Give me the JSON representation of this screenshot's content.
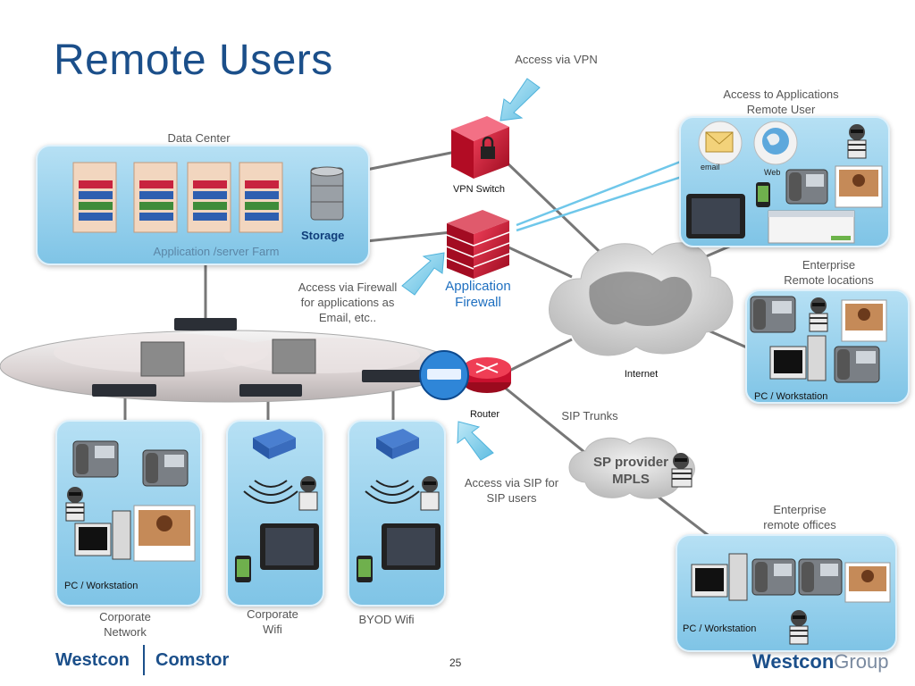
{
  "title": "Remote Users",
  "labels": {
    "access_vpn": "Access via VPN",
    "access_apps": "Access to Applications\nRemote User",
    "data_center": "Data Center",
    "storage": "Storage",
    "app_server_farm": "Application /server Farm",
    "vpn_switch": "VPN Switch",
    "application_firewall": "Application\nFirewall",
    "access_firewall": "Access via Firewall\nfor applications as\nEmail, etc..",
    "enterprise_remote_locations": "Enterprise\nRemote locations",
    "internet": "Internet",
    "pc_workstation": "PC / Workstation",
    "router": "Router",
    "sip_trunks": "SIP Trunks",
    "sp_provider": "SP provider\nMPLS",
    "access_sip": "Access via SIP for\nSIP users",
    "enterprise_remote_offices": "Enterprise\nremote offices",
    "corporate_network": "Corporate\nNetwork",
    "corporate_wifi": "Corporate\nWifi",
    "byod_wifi": "BYOD Wifi",
    "email": "email",
    "web": "Web"
  },
  "footer": {
    "logo_westcon": "Westcon",
    "logo_comstor": "Comstor",
    "logo_group_a": "Westcon",
    "logo_group_b": "Group",
    "page_number": "25"
  },
  "colors": {
    "title": "#1b4f8a",
    "panel": "#8ecbea",
    "accent_blue": "#1e6fc0",
    "device_red": "#c8102e",
    "arrow": "#8fd3ee"
  }
}
